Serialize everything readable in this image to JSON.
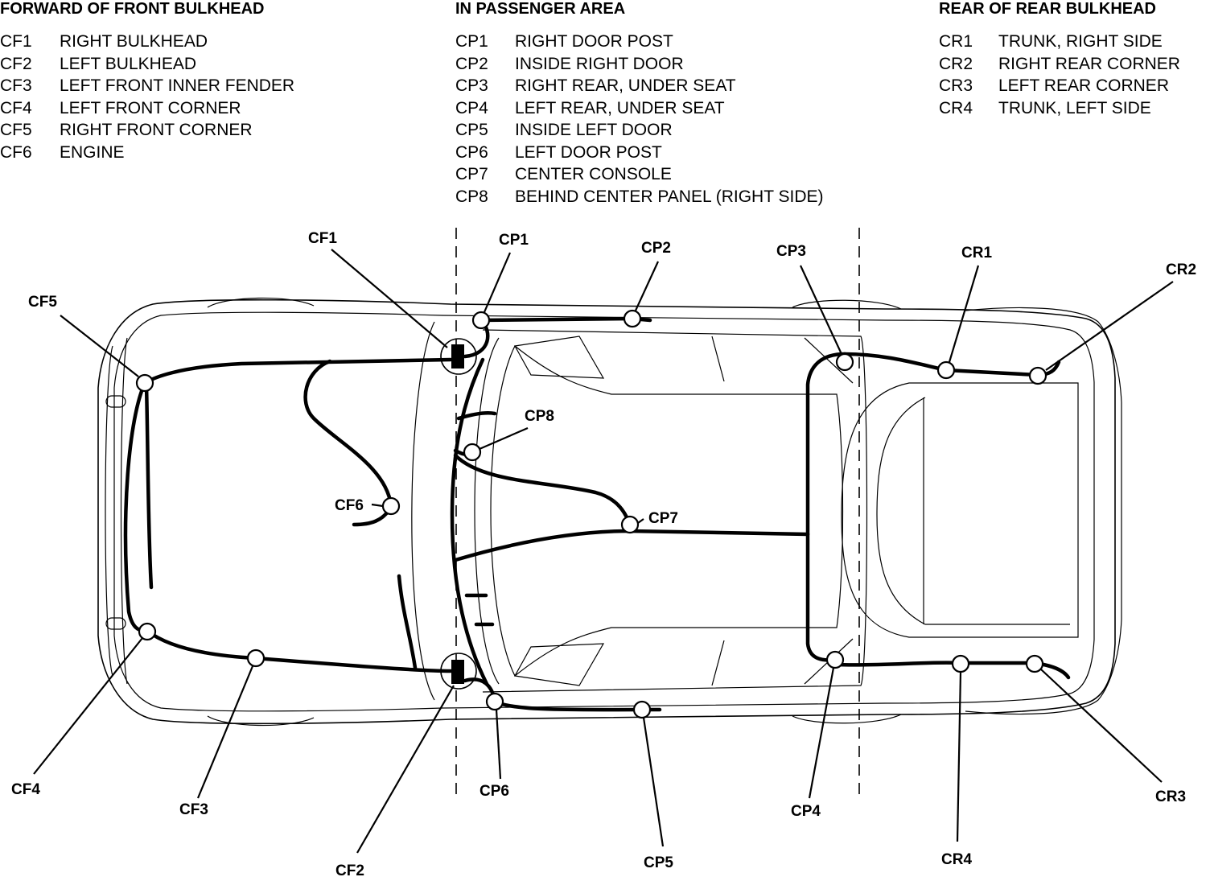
{
  "legend": {
    "front": {
      "heading": "FORWARD OF FRONT BULKHEAD",
      "items": [
        {
          "code": "CF1",
          "desc": "RIGHT BULKHEAD"
        },
        {
          "code": "CF2",
          "desc": "LEFT BULKHEAD"
        },
        {
          "code": "CF3",
          "desc": "LEFT FRONT INNER FENDER"
        },
        {
          "code": "CF4",
          "desc": "LEFT FRONT CORNER"
        },
        {
          "code": "CF5",
          "desc": "RIGHT FRONT CORNER"
        },
        {
          "code": "CF6",
          "desc": "ENGINE"
        }
      ]
    },
    "passenger": {
      "heading": "IN PASSENGER AREA",
      "items": [
        {
          "code": "CP1",
          "desc": "RIGHT DOOR POST"
        },
        {
          "code": "CP2",
          "desc": "INSIDE RIGHT DOOR"
        },
        {
          "code": "CP3",
          "desc": "RIGHT REAR, UNDER SEAT"
        },
        {
          "code": "CP4",
          "desc": "LEFT REAR, UNDER SEAT"
        },
        {
          "code": "CP5",
          "desc": "INSIDE LEFT DOOR"
        },
        {
          "code": "CP6",
          "desc": "LEFT DOOR POST"
        },
        {
          "code": "CP7",
          "desc": "CENTER CONSOLE"
        },
        {
          "code": "CP8",
          "desc": "BEHIND CENTER PANEL (RIGHT SIDE)"
        }
      ]
    },
    "rear": {
      "heading": "REAR OF REAR BULKHEAD",
      "items": [
        {
          "code": "CR1",
          "desc": "TRUNK, RIGHT SIDE"
        },
        {
          "code": "CR2",
          "desc": "RIGHT REAR CORNER"
        },
        {
          "code": "CR3",
          "desc": "LEFT REAR CORNER"
        },
        {
          "code": "CR4",
          "desc": "TRUNK, LEFT SIDE"
        }
      ]
    }
  },
  "callouts": {
    "CF1": "CF1",
    "CF2": "CF2",
    "CF3": "CF3",
    "CF4": "CF4",
    "CF5": "CF5",
    "CF6": "CF6",
    "CP1": "CP1",
    "CP2": "CP2",
    "CP3": "CP3",
    "CP4": "CP4",
    "CP5": "CP5",
    "CP6": "CP6",
    "CP7": "CP7",
    "CP8": "CP8",
    "CR1": "CR1",
    "CR2": "CR2",
    "CR3": "CR3",
    "CR4": "CR4"
  }
}
